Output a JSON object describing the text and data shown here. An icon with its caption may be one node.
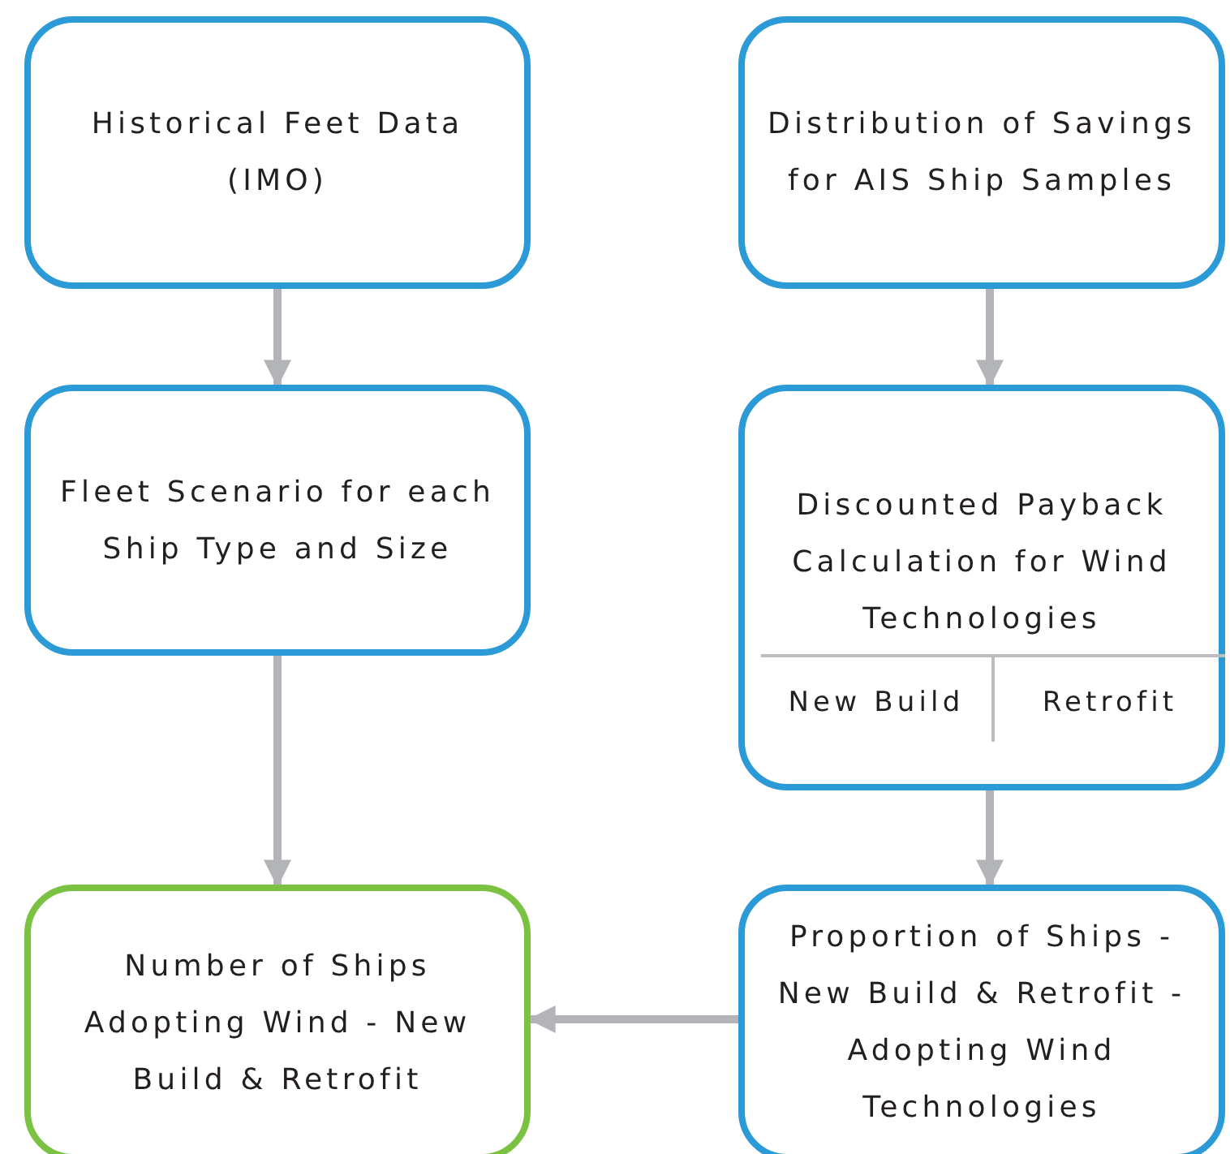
{
  "diagram": {
    "nodes": [
      {
        "text": [
          "Historical Feet Data (IMO)"
        ]
      },
      {
        "text": [
          "Distribution of Savings for AIS Ship Samples"
        ]
      },
      {
        "text": [
          "Fleet Scenario for each Ship Type and Size"
        ]
      },
      {
        "text": [
          "Discounted Payback Calculation for Wind Technologies",
          "New Build",
          "Retrofit"
        ]
      },
      {
        "text": [
          "Number of Ships Adopting Wind - New Build & Retrofit"
        ]
      },
      {
        "text": [
          "Proportion of Ships - New Build & Retrofit - Adopting Wind Technologies"
        ]
      }
    ],
    "edges": [
      {
        "from": 0,
        "to": 2,
        "arrow": "to"
      },
      {
        "from": 1,
        "to": 3,
        "arrow": "to"
      },
      {
        "from": 2,
        "to": 4,
        "arrow": "to"
      },
      {
        "from": 3,
        "to": 5,
        "arrow": "to"
      },
      {
        "from": 5,
        "to": 4,
        "arrow": "to"
      }
    ]
  }
}
